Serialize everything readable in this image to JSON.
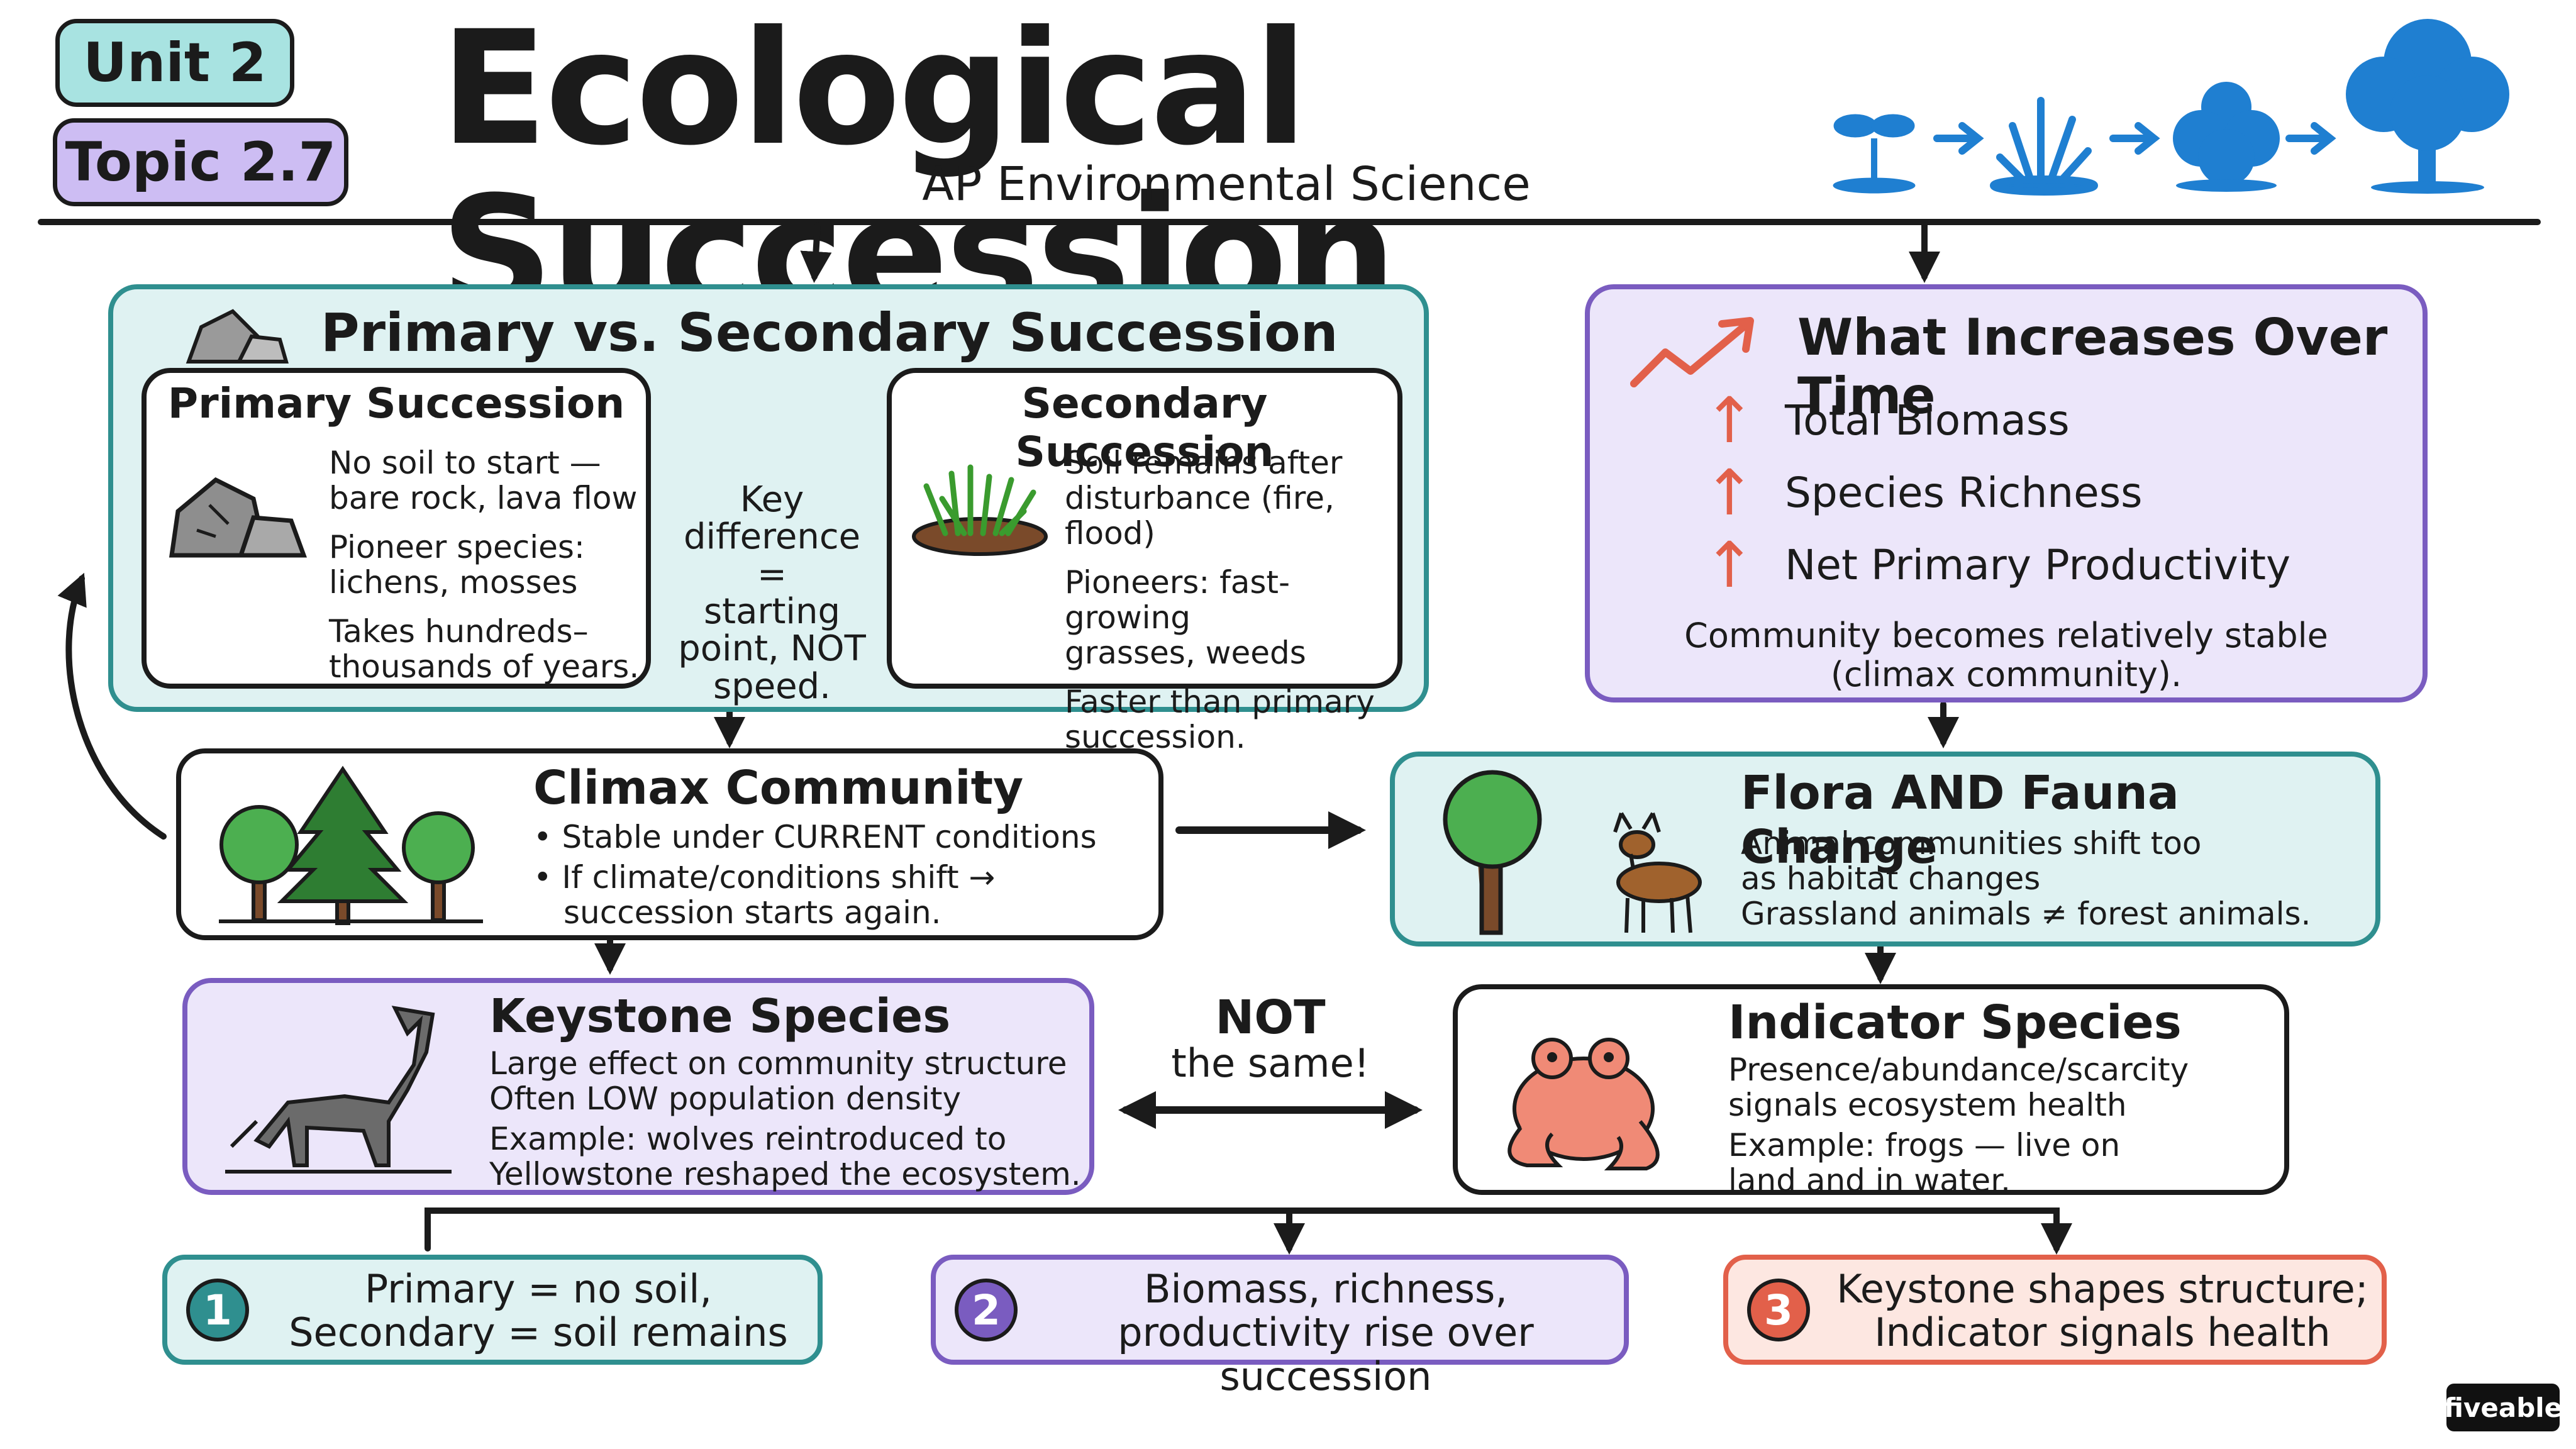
{
  "header": {
    "unit": "Unit 2",
    "topic": "Topic 2.7",
    "title": "Ecological Succession",
    "subtitle": "AP Environmental Science"
  },
  "colors": {
    "teal": "#2f8f8f",
    "lavender": "#7a5cc0",
    "coral": "#e2604a",
    "blue": "#1f7fd1"
  },
  "succession": {
    "title": "Primary vs. Secondary Succession",
    "primary": {
      "title": "Primary Succession",
      "points": [
        "No soil to start —",
        "bare rock, lava flow",
        "Pioneer species:",
        "lichens, mosses",
        "Takes hundreds–",
        "thousands of years."
      ]
    },
    "key_difference": [
      "Key",
      "difference =",
      "starting",
      "point, NOT",
      "speed."
    ],
    "secondary": {
      "title": "Secondary Succession",
      "points": [
        "Soil remains after",
        "disturbance (fire, flood)",
        "Pioneers: fast-growing",
        "grasses, weeds",
        "Faster than primary",
        "succession."
      ]
    }
  },
  "increases": {
    "title": "What Increases Over Time",
    "items": [
      "Total Biomass",
      "Species Richness",
      "Net Primary Productivity"
    ],
    "note": [
      "Community becomes relatively stable",
      "(climax community)."
    ]
  },
  "climax": {
    "title": "Climax Community",
    "bullets": [
      "Stable under CURRENT conditions",
      "If climate/conditions shift →",
      "succession starts again."
    ]
  },
  "flora": {
    "title": "Flora AND Fauna Change",
    "lines": [
      "Animal communities shift too",
      "as habitat changes",
      "Grassland animals ≠ forest animals."
    ]
  },
  "keystone": {
    "title": "Keystone Species",
    "lines": [
      "Large effect on community structure",
      "Often LOW population density",
      "Example: wolves reintroduced to",
      "Yellowstone reshaped the ecosystem."
    ]
  },
  "not_same": [
    "NOT",
    "the same!"
  ],
  "indicator": {
    "title": "Indicator Species",
    "lines": [
      "Presence/abundance/scarcity",
      "signals ecosystem health",
      "Example: frogs — live on",
      "land and in water."
    ]
  },
  "takeaways": [
    {
      "number": "1",
      "lines": [
        "Primary = no soil,",
        "Secondary = soil remains"
      ]
    },
    {
      "number": "2",
      "lines": [
        "Biomass, richness,",
        "productivity rise over succession"
      ]
    },
    {
      "number": "3",
      "lines": [
        "Keystone shapes structure;",
        "Indicator signals health"
      ]
    }
  ],
  "brand": "fiveable",
  "icons": [
    "seedling-icon",
    "grass-icon",
    "shrub-icon",
    "tree-icon",
    "rocks-icon",
    "grass-soil-icon",
    "trend-up-icon",
    "up-arrow-icon",
    "forest-icon",
    "oak-tree-icon",
    "deer-icon",
    "wolf-icon",
    "frog-icon"
  ]
}
